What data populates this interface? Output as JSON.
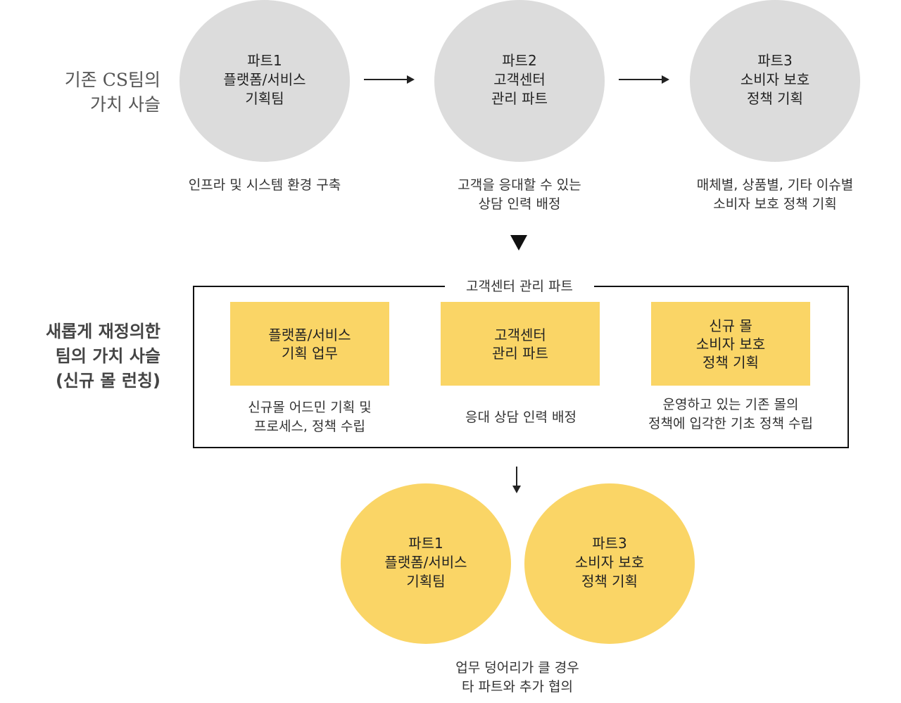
{
  "labels": {
    "old_chain": "기존 CS팀의\n가치 사슬",
    "new_chain": "새롭게 재정의한\n팀의 가치 사슬\n(신규 몰 런칭)"
  },
  "top_row": {
    "circles": [
      {
        "text": "파트1\n플랫폼/서비스\n기획팀",
        "caption": "인프라 및 시스템 환경 구축"
      },
      {
        "text": "파트2\n고객센터\n관리 파트",
        "caption": "고객을 응대할 수 있는\n상담 인력 배정"
      },
      {
        "text": "파트3\n소비자 보호\n정책 기획",
        "caption": "매체별, 상품별, 기타 이슈별\n소비자 보호 정책 기획"
      }
    ]
  },
  "middle_box": {
    "title": "고객센터 관리 파트",
    "items": [
      {
        "text": "플랫폼/서비스\n기획 업무",
        "caption": "신규몰 어드민 기획 및\n프로세스, 정책 수립"
      },
      {
        "text": "고객센터\n관리 파트",
        "caption": "응대 상담 인력 배정"
      },
      {
        "text": "신규 몰\n소비자 보호\n정책 기획",
        "caption": "운영하고 있는 기존 몰의\n정책에 입각한 기초 정책 수립"
      }
    ]
  },
  "bottom_row": {
    "circles": [
      {
        "text": "파트1\n플랫폼/서비스\n기획팀"
      },
      {
        "text": "파트3\n소비자 보호\n정책 기획"
      }
    ],
    "caption": "업무 덩어리가 클 경우\n타 파트와 추가 협의"
  },
  "colors": {
    "gray_circle": "#dcdcdc",
    "yellow": "#fad566",
    "arrow": "#222222"
  }
}
